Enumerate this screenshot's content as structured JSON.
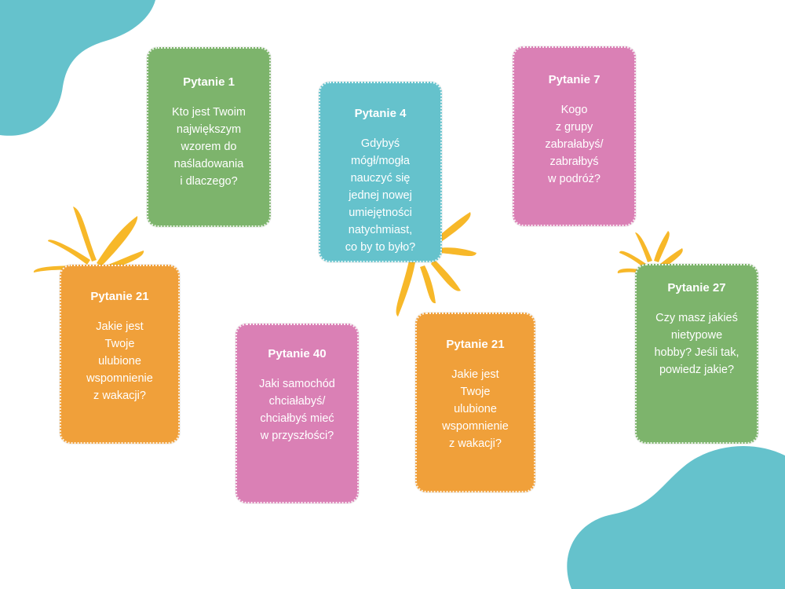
{
  "colors": {
    "green": "#7db46c",
    "teal": "#65c2cc",
    "pink": "#da80b5",
    "orange": "#f0a03a",
    "accent_yellow": "#f7b829"
  },
  "cards": [
    {
      "title": "Pytanie 1",
      "text": "Kto jest Twoim\nnajwiększym\nwzorem do\nnaśladowania\ni dlaczego?"
    },
    {
      "title": "Pytanie 4",
      "text": "Gdybyś\nmógł/mogła\nnauczyć się\njednej nowej\numiejętności\nnatychmiast,\nco by to było?"
    },
    {
      "title": "Pytanie 7",
      "text": "Kogo\nz grupy\nzabrałabyś/\nzabrałbyś\nw podróż?"
    },
    {
      "title": "Pytanie 21",
      "text": "Jakie jest\nTwoje\nulubione\nwspomnienie\nz wakacji?"
    },
    {
      "title": "Pytanie 40",
      "text": "Jaki samochód\nchciałabyś/\nchciałbyś mieć\nw przyszłości?"
    },
    {
      "title": "Pytanie 21",
      "text": "Jakie jest\nTwoje\nulubione\nwspomnienie\nz wakacji?"
    },
    {
      "title": "Pytanie 27",
      "text": "Czy masz jakieś\nnietypowe\nhobby? Jeśli tak,\npowiedz jakie?"
    }
  ]
}
